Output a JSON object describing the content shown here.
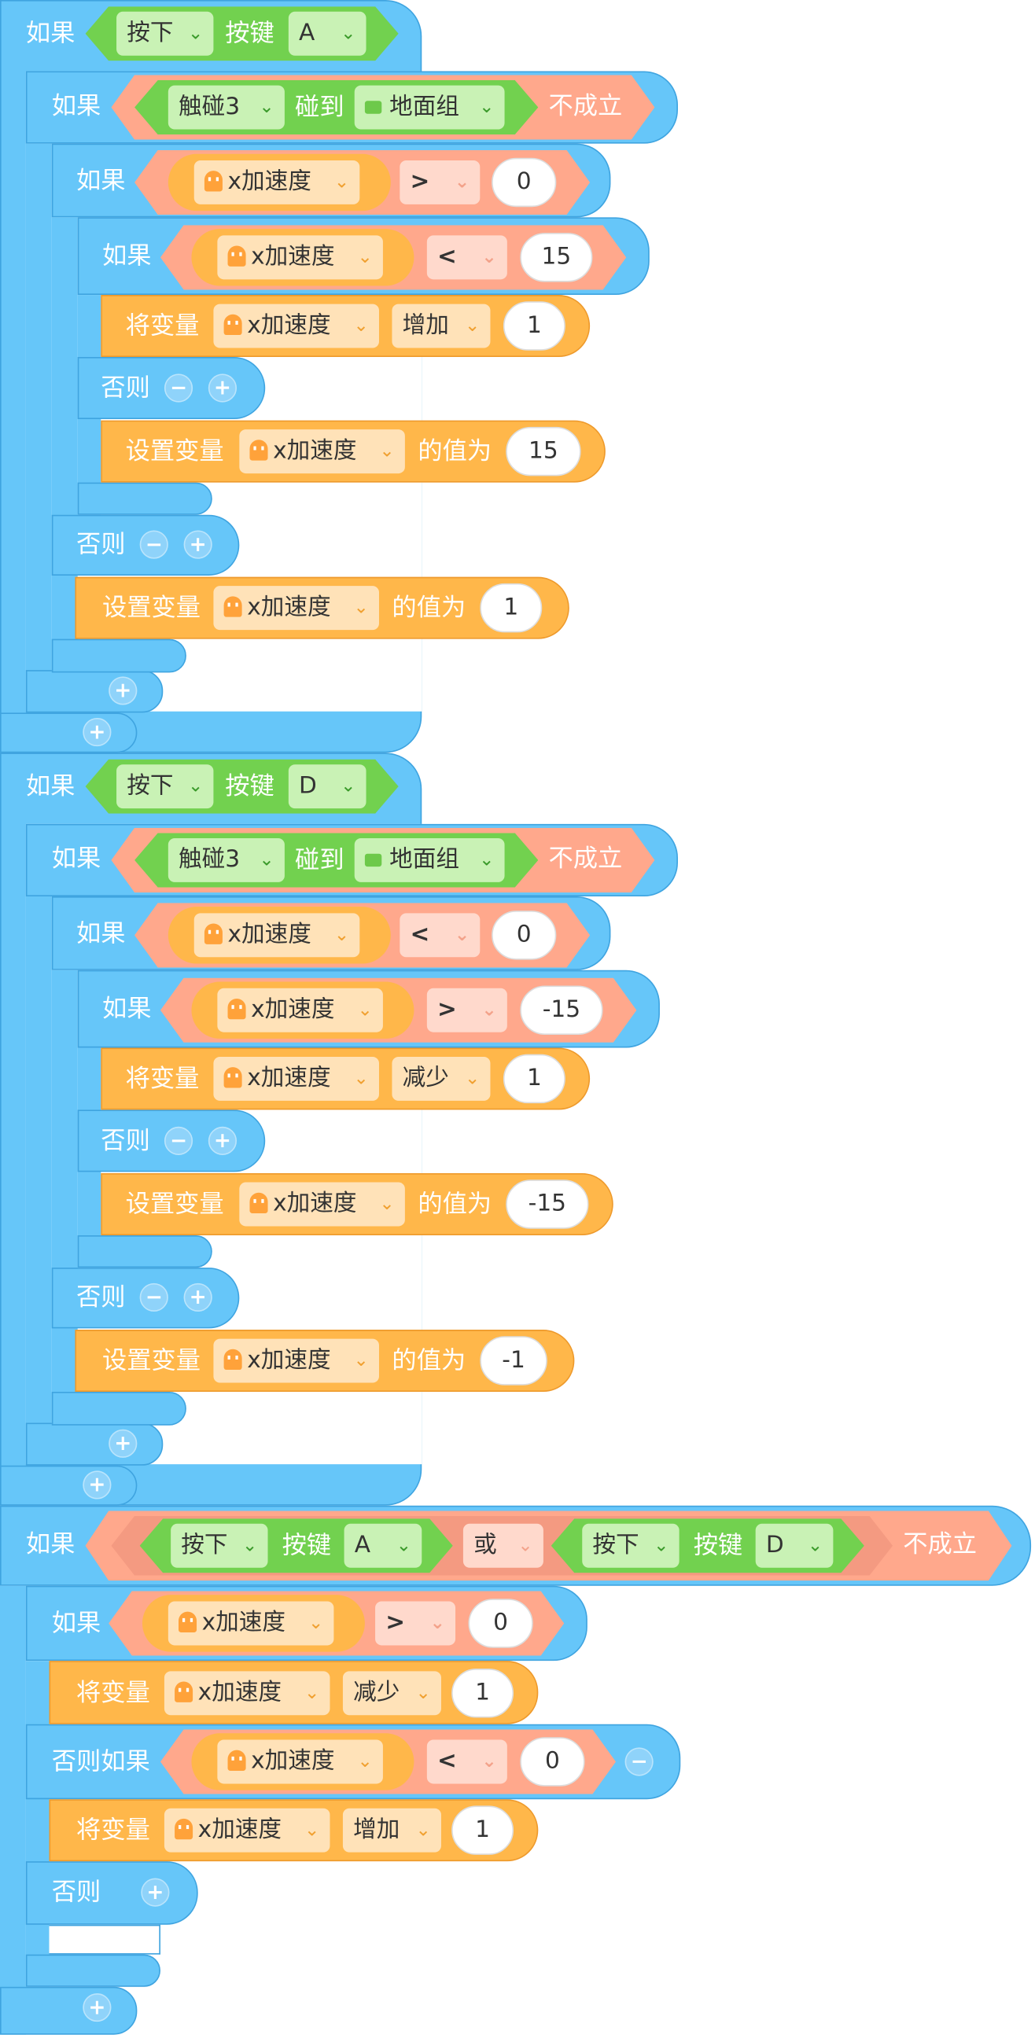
{
  "labels": {
    "if": "如果",
    "else": "否则",
    "else_if": "否则如果",
    "set_var": "设置变量",
    "change_var": "将变量",
    "value_is": "的值为",
    "key": "按键",
    "touch_to": "碰到",
    "not_true": "不成立",
    "or": "或"
  },
  "dropdowns": {
    "press": "按下",
    "key_a": "A",
    "key_d": "D",
    "sprite": "触碰3",
    "group": "地面组",
    "var": "x加速度",
    "gt": ">",
    "lt": "<",
    "increase": "增加",
    "decrease": "减少",
    "or": "或"
  },
  "values": {
    "v0": "0",
    "v15": "15",
    "v1": "1",
    "vneg15": "-15",
    "vneg1": "-1"
  },
  "icons": {
    "chevron": "chevron-down-icon",
    "ghost": "ghost-icon",
    "folder": "folder-icon",
    "plus": "+",
    "minus": "−"
  },
  "colors": {
    "control": "#66c6f9",
    "variable": "#ffb74a",
    "operator": "#ffa88c",
    "event": "#72d14f"
  }
}
